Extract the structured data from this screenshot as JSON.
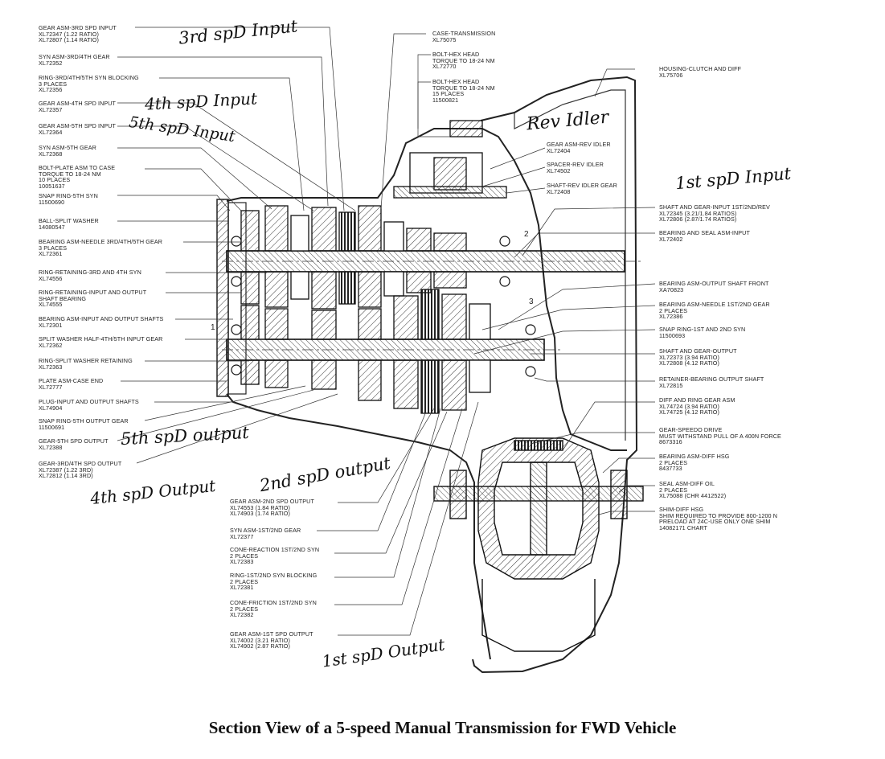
{
  "caption": "Section View of a 5-speed Manual Transmission for FWD Vehicle",
  "labels_left": [
    {
      "id": "gear-3rd-input",
      "text": "GEAR ASM-3rd SPD INPUT\nXL72347 (1.22 RATIO)\nXL72807 (1.14 RATIO)"
    },
    {
      "id": "syn-3rd-4th",
      "text": "SYN ASM-3rd/4th GEAR\nXL72352"
    },
    {
      "id": "ring-blocking",
      "text": "RING-3rd/4th/5th SYN BLOCKING\n3 PLACES\nXL72356"
    },
    {
      "id": "gear-4th-input",
      "text": "GEAR ASM-4th SPD INPUT\nXL72357"
    },
    {
      "id": "gear-5th-input",
      "text": "GEAR ASM-5th SPD INPUT\nXL72364"
    },
    {
      "id": "syn-5th",
      "text": "SYN ASM-5th GEAR\nXL72368"
    },
    {
      "id": "bolt-plate",
      "text": "BOLT-PLATE ASM TO CASE\nTORQUE TO 18-24 Nm\n10 PLACES\n10051637"
    },
    {
      "id": "snap-ring-5th",
      "text": "SNAP RING-5th SYN\n11500690"
    },
    {
      "id": "ball-split-washer",
      "text": "BALL-SPLIT WASHER\n14080547"
    },
    {
      "id": "bearing-needle-345",
      "text": "BEARING ASM-NEEDLE 3rd/4th/5th GEAR\n3 PLACES\nXL72361"
    },
    {
      "id": "ring-retaining-34",
      "text": "RING-RETAINING-3rd AND 4th SYN\nXL74556"
    },
    {
      "id": "ring-retaining-io",
      "text": "RING-RETAINING-INPUT AND OUTPUT\nSHAFT BEARING\nXL74555"
    },
    {
      "id": "bearing-io",
      "text": "BEARING ASM-INPUT AND OUTPUT SHAFTS\nXL72301"
    },
    {
      "id": "split-washer",
      "text": "SPLIT WASHER HALF-4th/5th INPUT GEAR\nXL72362"
    },
    {
      "id": "ring-split",
      "text": "RING-SPLIT WASHER RETAINING\nXL72363"
    },
    {
      "id": "plate-case-end",
      "text": "PLATE ASM-CASE END\nXL72777"
    },
    {
      "id": "plug-io",
      "text": "PLUG-INPUT AND OUTPUT SHAFTS\nXL74904"
    },
    {
      "id": "snap-ring-out",
      "text": "SNAP RING-5th OUTPUT GEAR\n11500691"
    },
    {
      "id": "gear-5th-out",
      "text": "GEAR-5th SPD OUTPUT\nXL72388"
    },
    {
      "id": "gear-34-out",
      "text": "GEAR-3rd/4th SPD OUTPUT\nXL72387 (1.22 3rd)\nXL72812 (1.14 3rd)"
    }
  ],
  "labels_top": [
    {
      "id": "case-trans",
      "text": "CASE-TRANSMISSION\nXL75075"
    },
    {
      "id": "bolt-hex-1",
      "text": "BOLT-HEX HEAD\nTORQUE TO 18-24 Nm\nXL72770"
    },
    {
      "id": "bolt-hex-2",
      "text": "BOLT-HEX HEAD\nTORQUE TO 18-24 Nm\n15 PLACES\n11500821"
    }
  ],
  "labels_right": [
    {
      "id": "housing",
      "text": "HOUSING-CLUTCH AND DIFF\nXL75706"
    },
    {
      "id": "gear-rev-idler",
      "text": "GEAR ASM-REV IDLER\nXL72404"
    },
    {
      "id": "spacer-rev",
      "text": "SPACER-REV IDLER\nXL74502"
    },
    {
      "id": "shaft-rev",
      "text": "SHAFT-REV IDLER GEAR\nXL72408"
    },
    {
      "id": "shaft-input",
      "text": "SHAFT AND GEAR-INPUT 1st/2nd/REV\nXL72345 (3.21/1.84 RATIOS)\nXL72806 (2.87/1.74 RATIOS)"
    },
    {
      "id": "bearing-seal",
      "text": "BEARING AND SEAL ASM-INPUT\nXL72402"
    },
    {
      "id": "bearing-output-front",
      "text": "BEARING ASM-OUTPUT SHAFT FRONT\nXA70823"
    },
    {
      "id": "bearing-needle-12",
      "text": "BEARING ASM-NEEDLE 1st/2nd GEAR\n2 PLACES\nXL72386"
    },
    {
      "id": "snap-ring-12",
      "text": "SNAP RING-1st AND 2nd SYN\n11500693"
    },
    {
      "id": "shaft-output",
      "text": "SHAFT AND GEAR-OUTPUT\nXL72373 (3.94 RATIO)\nXL72808 (4.12 RATIO)"
    },
    {
      "id": "retainer",
      "text": "RETAINER-BEARING OUTPUT SHAFT\nXL72815"
    },
    {
      "id": "diff-ring",
      "text": "DIFF AND RING GEAR ASM\nXL74724 (3.94 RATIO)\nXL74725 (4.12 RATIO)"
    },
    {
      "id": "gear-speedo",
      "text": "GEAR-SPEEDO DRIVE\nMUST WITHSTAND PULL OF A 400N FORCE\n8673316"
    },
    {
      "id": "bearing-diff",
      "text": "BEARING ASM-DIFF HSG\n2 PLACES\n8437733"
    },
    {
      "id": "seal-diff",
      "text": "SEAL ASM-DIFF OIL\n2 PLACES\nXL75088 (CHR 4412522)"
    },
    {
      "id": "shim-diff",
      "text": "SHIM-DIFF HSG\nSHIM REQUIRED TO PROVIDE 800-1200 N\nPRELOAD AT 24C-USE ONLY ONE SHIM\n14082171 CHART"
    }
  ],
  "labels_bottom": [
    {
      "id": "gear-2nd-out",
      "text": "GEAR ASM-2nd SPD OUTPUT\nXL74553 (1.84 RATIO)\nXL74903 (1.74 RATIO)"
    },
    {
      "id": "syn-12",
      "text": "SYN ASM-1st/2nd GEAR\nXL72377"
    },
    {
      "id": "cone-reaction",
      "text": "CONE-REACTION 1st/2nd SYN\n2 PLACES\nXL72383"
    },
    {
      "id": "ring-12-blocking",
      "text": "RING-1st/2nd SYN BLOCKING\n2 PLACES\nXL72381"
    },
    {
      "id": "cone-friction",
      "text": "CONE-FRICTION 1st/2nd SYN\n2 PLACES\nXL72382"
    },
    {
      "id": "gear-1st-out",
      "text": "GEAR ASM-1st SPD OUTPUT\nXL74002 (3.21 RATIO)\nXL74902 (2.87 RATIO)"
    }
  ],
  "handwritten": {
    "third_input": "3rd spD Input",
    "fourth_input": "4th spD Input",
    "fifth_input": "5th spD Input",
    "rev_idler": "Rev Idler",
    "first_input": "1st spD Input",
    "fifth_output": "5th spD output",
    "fourth_output": "4th spD Output",
    "second_output": "2nd spD output",
    "first_output": "1st spD Output"
  },
  "callouts": {
    "n1": "1",
    "n2": "2",
    "n3": "3"
  }
}
